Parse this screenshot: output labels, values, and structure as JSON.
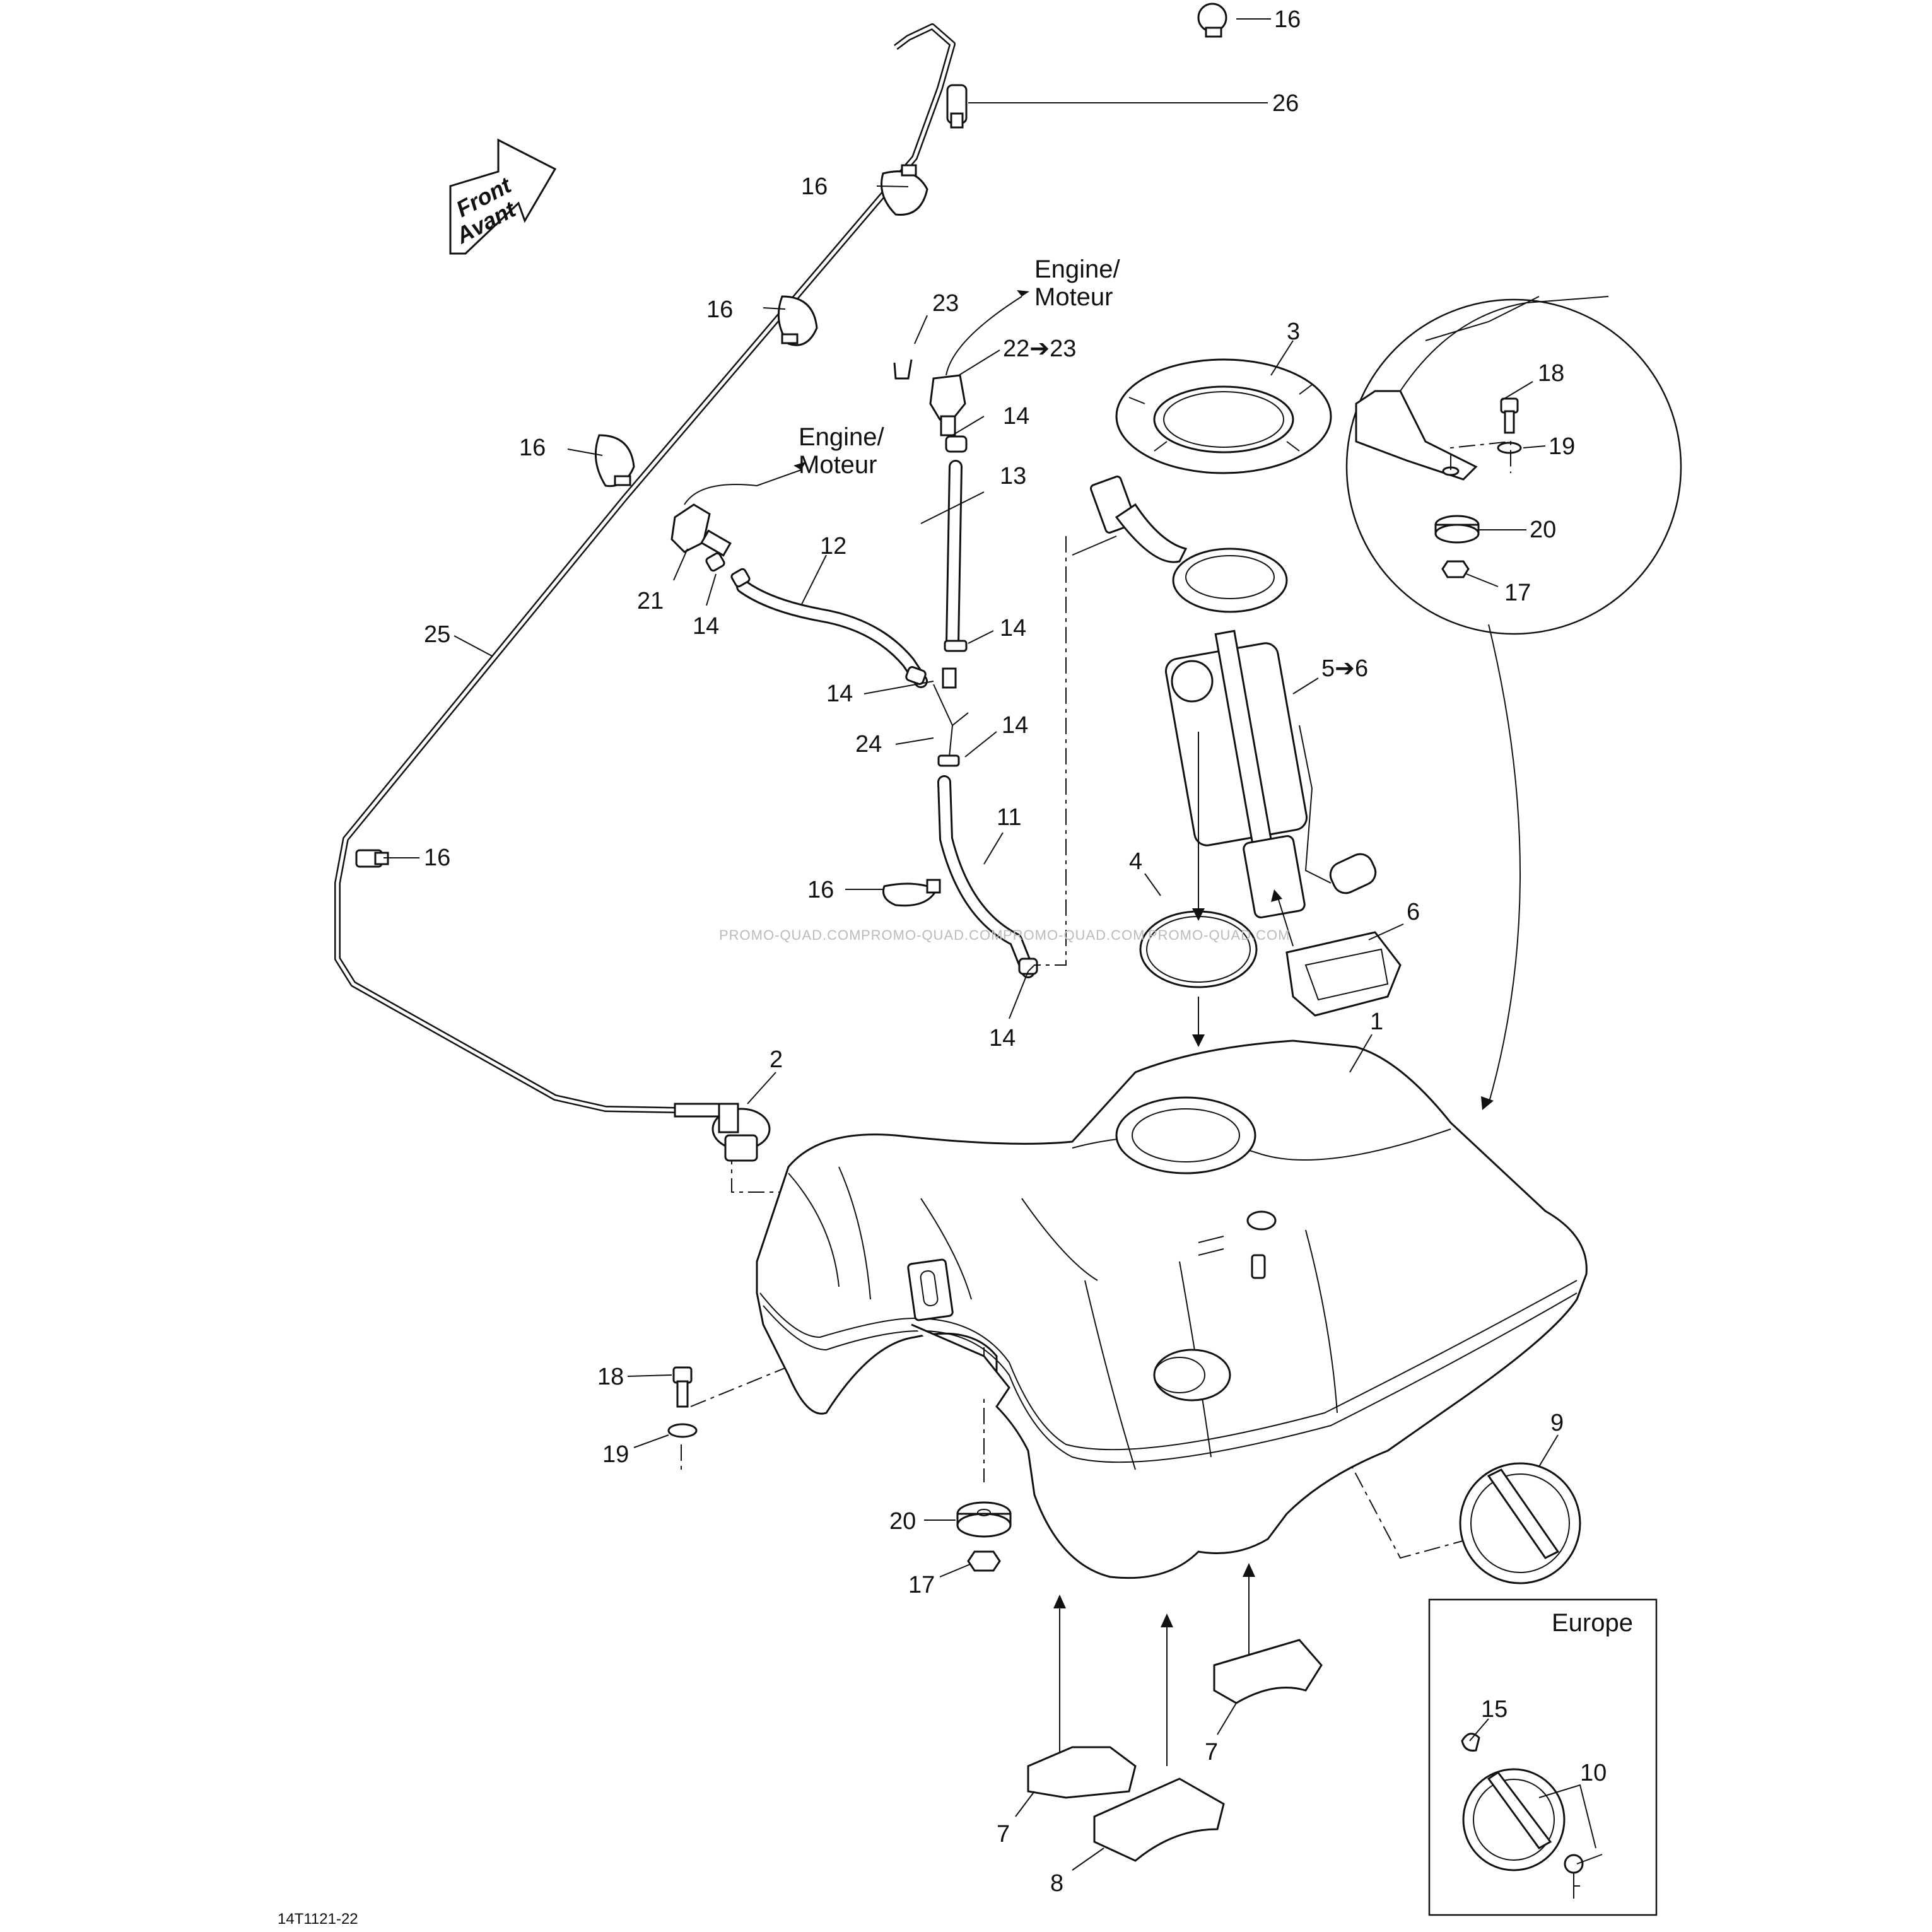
{
  "front_arrow": {
    "line1": "Front",
    "line2": "Avant"
  },
  "engine_labels": [
    {
      "line1": "Engine/",
      "line2": "Moteur"
    },
    {
      "line1": "Engine/",
      "line2": "Moteur"
    }
  ],
  "callouts": {
    "c1": "1",
    "c2": "2",
    "c3": "3",
    "c4": "4",
    "c5_6": "5➔6",
    "c6": "6",
    "c7a": "7",
    "c7b": "7",
    "c8": "8",
    "c9": "9",
    "c10": "10",
    "c11": "11",
    "c12": "12",
    "c13": "13",
    "c14a": "14",
    "c14b": "14",
    "c14c": "14",
    "c14d": "14",
    "c14e": "14",
    "c14f": "14",
    "c15": "15",
    "c16a": "16",
    "c16b": "16",
    "c16c": "16",
    "c16d": "16",
    "c16e": "16",
    "c16f": "16",
    "c17a": "17",
    "c17b": "17",
    "c18a": "18",
    "c18b": "18",
    "c19a": "19",
    "c19b": "19",
    "c20a": "20",
    "c20b": "20",
    "c21": "21",
    "c22_23": "22➔23",
    "c23": "23",
    "c24": "24",
    "c25": "25",
    "c26": "26"
  },
  "europe_box": {
    "title": "Europe"
  },
  "watermark": "PROMO-QUAD.COM",
  "diagram_code": "14T1121-22"
}
